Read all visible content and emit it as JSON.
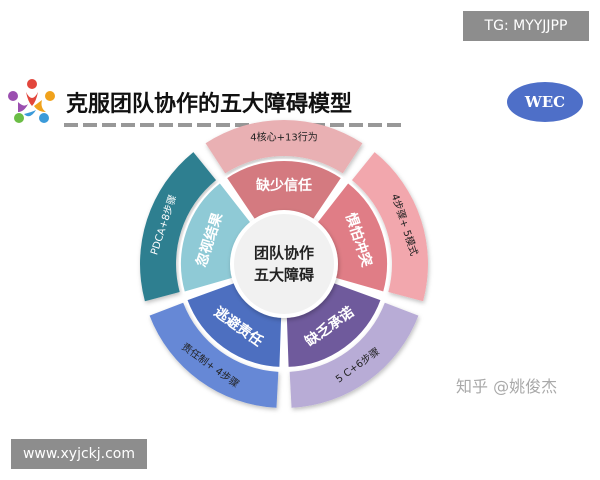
{
  "tg_badge": "TG: MYYJJPP",
  "url_badge": "www.xyjckj.com",
  "title": "克服团队协作的五大障碍模型",
  "wec_badge": "WEC",
  "logo_icon": "people-circle-icon",
  "center": {
    "line1": "团队协作",
    "line2": "五大障碍"
  },
  "barriers": [
    {
      "name": "缺少信任",
      "method": "4核心+13行为",
      "outer_color": "#e9b0b3",
      "inner_color": "#d47a80"
    },
    {
      "name": "惧怕冲突",
      "method": "4步骤+ 5模式",
      "outer_color": "#f2a7ad",
      "inner_color": "#e07d86"
    },
    {
      "name": "缺乏承诺",
      "method": "5 C+6步骤",
      "outer_color": "#b8acd6",
      "inner_color": "#6f5a9c"
    },
    {
      "name": "逃避责任",
      "method": "责任制+ 4步骤",
      "outer_color": "#6688d6",
      "inner_color": "#4d6fc0"
    },
    {
      "name": "忽视结果",
      "method": "PDCA+8步骤",
      "outer_color": "#2f7f90",
      "inner_color": "#8fcad6"
    }
  ],
  "watermark": "知乎 @姚俊杰"
}
